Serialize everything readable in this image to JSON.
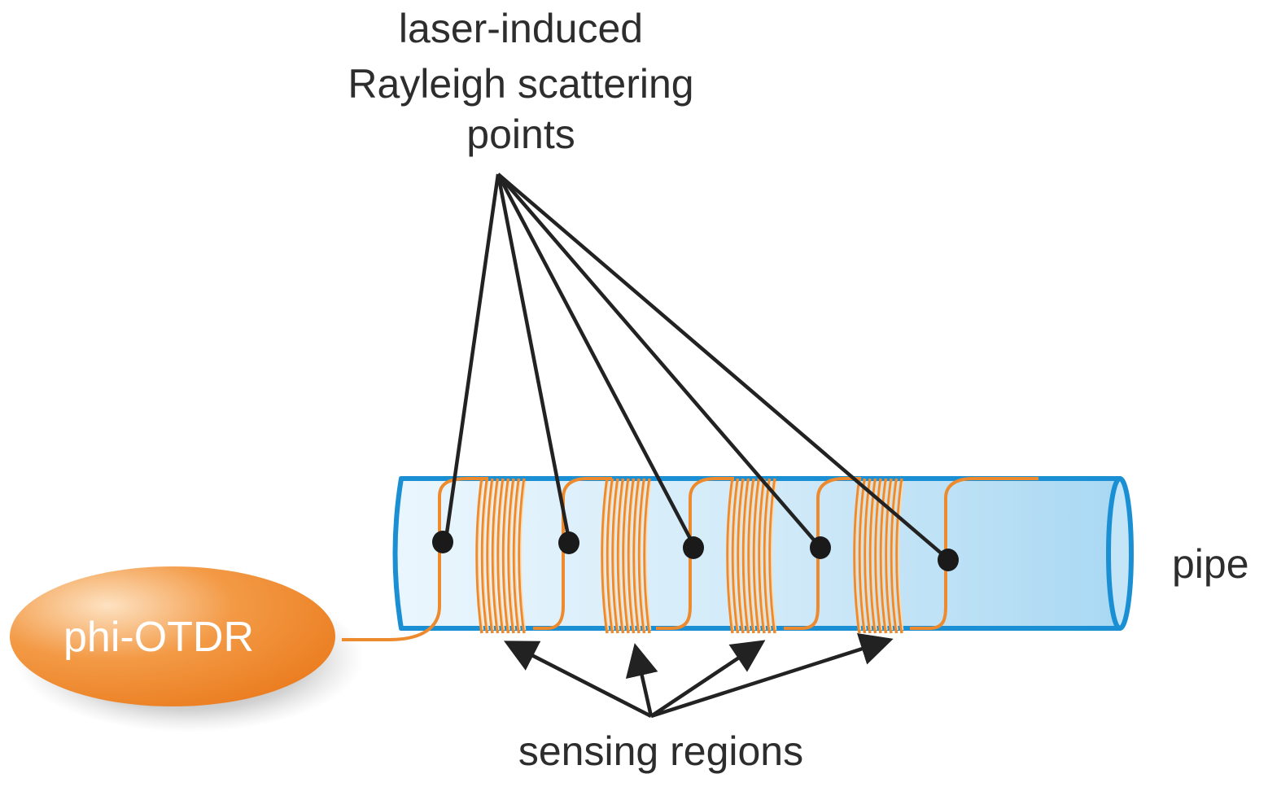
{
  "labels": {
    "scattering_line1": "laser-induced",
    "scattering_line2": "Rayleigh scattering",
    "scattering_line3": "points",
    "pipe": "pipe",
    "sensing_regions": "sensing regions",
    "device": "phi-OTDR"
  },
  "colors": {
    "fiber": "#ee8a2e",
    "device_fill": "#ef7f22",
    "pipe_outline": "#1b8fd3",
    "pipe_fill": "#cfe9f8",
    "leader_lines": "#222222"
  },
  "counts": {
    "scattering_points": 5,
    "sensing_regions": 4
  }
}
